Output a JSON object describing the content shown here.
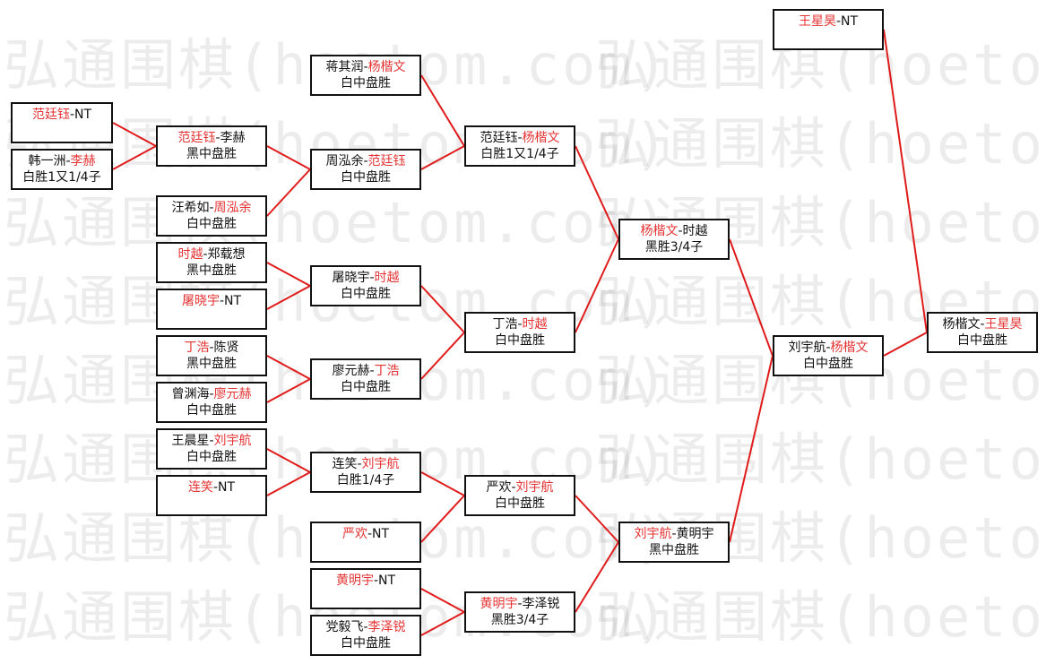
{
  "watermark": "弘通围棋(hoetom.com)",
  "colors": {
    "winner": "#e53333",
    "text": "#111111",
    "line": "#e01b1b",
    "border": "#111111",
    "background": "#ffffff"
  },
  "matches": [
    {
      "id": "r1m1",
      "p1": "范廷钰",
      "p2": "NT",
      "winner": 1,
      "result": ""
    },
    {
      "id": "r1m2",
      "p1": "韩一洲",
      "p2": "李赫",
      "winner": 2,
      "result": "白胜1又1/4子"
    },
    {
      "id": "r2m1",
      "p1": "范廷钰",
      "p2": "李赫",
      "winner": 1,
      "result": "黑中盘胜"
    },
    {
      "id": "r2m2",
      "p1": "汪希如",
      "p2": "周泓余",
      "winner": 2,
      "result": "白中盘胜"
    },
    {
      "id": "r2m3",
      "p1": "时越",
      "p2": "郑载想",
      "winner": 1,
      "result": "黑中盘胜"
    },
    {
      "id": "r2m4",
      "p1": "屠晓宇",
      "p2": "NT",
      "winner": 1,
      "result": ""
    },
    {
      "id": "r2m5",
      "p1": "丁浩",
      "p2": "陈贤",
      "winner": 1,
      "result": "黑中盘胜"
    },
    {
      "id": "r2m6",
      "p1": "曾渊海",
      "p2": "廖元赫",
      "winner": 2,
      "result": "白中盘胜"
    },
    {
      "id": "r2m7",
      "p1": "王晨星",
      "p2": "刘宇航",
      "winner": 2,
      "result": "白中盘胜"
    },
    {
      "id": "r2m8",
      "p1": "连笑",
      "p2": "NT",
      "winner": 1,
      "result": ""
    },
    {
      "id": "r3m1",
      "p1": "蒋其润",
      "p2": "杨楷文",
      "winner": 2,
      "result": "白中盘胜"
    },
    {
      "id": "r3m2",
      "p1": "周泓余",
      "p2": "范廷钰",
      "winner": 2,
      "result": "白中盘胜"
    },
    {
      "id": "r3m3",
      "p1": "屠晓宇",
      "p2": "时越",
      "winner": 2,
      "result": "白中盘胜"
    },
    {
      "id": "r3m4",
      "p1": "廖元赫",
      "p2": "丁浩",
      "winner": 2,
      "result": "白中盘胜"
    },
    {
      "id": "r3m5",
      "p1": "连笑",
      "p2": "刘宇航",
      "winner": 2,
      "result": "白胜1/4子"
    },
    {
      "id": "r3m6",
      "p1": "严欢",
      "p2": "NT",
      "winner": 1,
      "result": ""
    },
    {
      "id": "r3m7",
      "p1": "黄明宇",
      "p2": "NT",
      "winner": 1,
      "result": ""
    },
    {
      "id": "r3m8",
      "p1": "党毅飞",
      "p2": "李泽锐",
      "winner": 2,
      "result": "白中盘胜"
    },
    {
      "id": "r4m1",
      "p1": "范廷钰",
      "p2": "杨楷文",
      "winner": 2,
      "result": "白胜1又1/4子"
    },
    {
      "id": "r4m2",
      "p1": "丁浩",
      "p2": "时越",
      "winner": 2,
      "result": "白中盘胜"
    },
    {
      "id": "r4m3",
      "p1": "严欢",
      "p2": "刘宇航",
      "winner": 2,
      "result": "白中盘胜"
    },
    {
      "id": "r4m4",
      "p1": "黄明宇",
      "p2": "李泽锐",
      "winner": 1,
      "result": "黑胜3/4子"
    },
    {
      "id": "r5m1",
      "p1": "杨楷文",
      "p2": "时越",
      "winner": 1,
      "result": "黑胜3/4子"
    },
    {
      "id": "r5m2",
      "p1": "刘宇航",
      "p2": "黄明宇",
      "winner": 1,
      "result": "黑中盘胜"
    },
    {
      "id": "r6m1",
      "p1": "刘宇航",
      "p2": "杨楷文",
      "winner": 2,
      "result": "白中盘胜"
    },
    {
      "id": "r7m1",
      "p1": "王星昊",
      "p2": "NT",
      "winner": 1,
      "result": ""
    },
    {
      "id": "r7m2",
      "p1": "杨楷文",
      "p2": "王星昊",
      "winner": 2,
      "result": "白中盘胜"
    }
  ],
  "connections": [
    [
      "r1m1",
      "r2m1"
    ],
    [
      "r1m2",
      "r2m1"
    ],
    [
      "r2m1",
      "r3m2"
    ],
    [
      "r2m2",
      "r3m2"
    ],
    [
      "r2m3",
      "r3m3"
    ],
    [
      "r2m4",
      "r3m3"
    ],
    [
      "r2m5",
      "r3m4"
    ],
    [
      "r2m6",
      "r3m4"
    ],
    [
      "r2m7",
      "r3m5"
    ],
    [
      "r2m8",
      "r3m5"
    ],
    [
      "r3m1",
      "r4m1"
    ],
    [
      "r3m2",
      "r4m1"
    ],
    [
      "r3m3",
      "r4m2"
    ],
    [
      "r3m4",
      "r4m2"
    ],
    [
      "r3m5",
      "r4m3"
    ],
    [
      "r3m6",
      "r4m3"
    ],
    [
      "r3m7",
      "r4m4"
    ],
    [
      "r3m8",
      "r4m4"
    ],
    [
      "r4m1",
      "r5m1"
    ],
    [
      "r4m2",
      "r5m1"
    ],
    [
      "r4m3",
      "r5m2"
    ],
    [
      "r4m4",
      "r5m2"
    ],
    [
      "r5m1",
      "r6m1"
    ],
    [
      "r5m2",
      "r6m1"
    ],
    [
      "r6m1",
      "r7m2"
    ],
    [
      "r7m1",
      "r7m2"
    ]
  ]
}
